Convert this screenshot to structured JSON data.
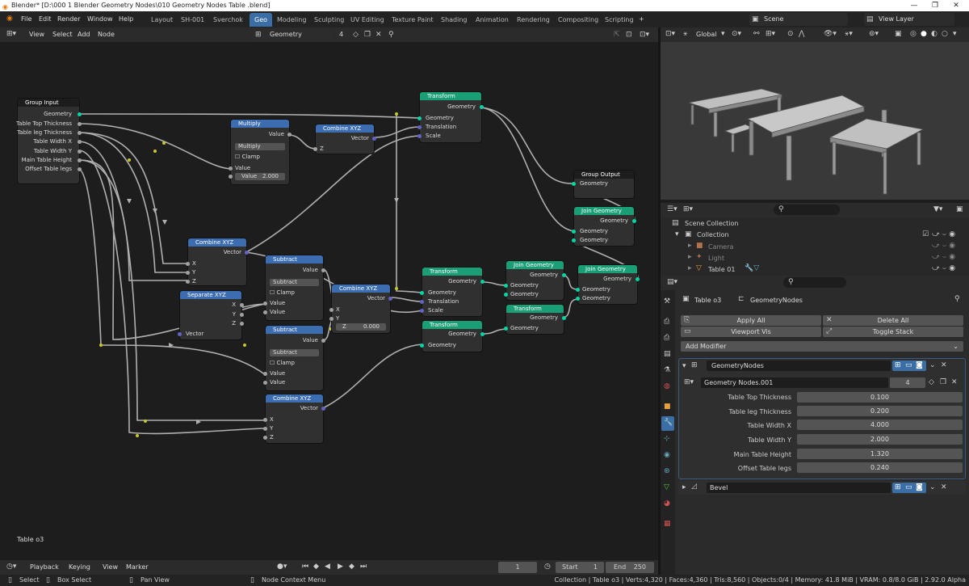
{
  "window": {
    "title": "Blender* [D:\\000 1 Blender Geometry  Nodes\\010 Geometry Nodes Table .blend]"
  },
  "menu": [
    "File",
    "Edit",
    "Render",
    "Window",
    "Help"
  ],
  "tabs": [
    "Layout",
    "SH-001",
    "Sverchok",
    "Geo",
    "Modeling",
    "Sculpting",
    "UV Editing",
    "Texture Paint",
    "Shading",
    "Animation",
    "Rendering",
    "Compositing",
    "Scripting"
  ],
  "active_tab": "Geo",
  "scene": "Scene",
  "view_layer": "View Layer",
  "node_editor": {
    "menu": [
      "View",
      "Select",
      "Add",
      "Node"
    ],
    "tree_name": "Geometry Nodes.001",
    "users": "4",
    "object_label": "Table o3"
  },
  "viewport": {
    "orientation": "Global"
  },
  "nodes": {
    "group_input": {
      "title": "Group Input",
      "outputs": [
        "Geometry",
        "Table Top Thickness",
        "Table leg Thickness",
        "Table Width  X",
        "Table Width  Y",
        "Main Table Height",
        "Offset Table legs"
      ]
    },
    "multiply": {
      "title": "Multiply",
      "value_out": "Value",
      "op": "Multiply",
      "clamp": "Clamp",
      "in_value": "Value",
      "value_label": "Value",
      "value": "2.000"
    },
    "combine_top": {
      "title": "Combine XYZ",
      "out": "Vector",
      "in": "Z"
    },
    "transform_top": {
      "title": "Transform",
      "out": "Geometry",
      "ins": [
        "Geometry",
        "Translation",
        "Scale"
      ]
    },
    "group_output": {
      "title": "Group Output",
      "in": "Geometry"
    },
    "join1": {
      "title": "Join Geometry",
      "out": "Geometry",
      "ins": [
        "Geometry",
        "Geometry"
      ]
    },
    "combine_mid": {
      "title": "Combine XYZ",
      "out": "Vector",
      "ins": [
        "X",
        "Y",
        "Z"
      ]
    },
    "separate": {
      "title": "Separate XYZ",
      "outs": [
        "X",
        "Y",
        "Z"
      ],
      "in": "Vector"
    },
    "subtract1": {
      "title": "Subtract",
      "out": "Value",
      "op": "Subtract",
      "clamp": "Clamp",
      "ins": [
        "Value",
        "Value"
      ]
    },
    "subtract2": {
      "title": "Subtract",
      "out": "Value",
      "op": "Subtract",
      "clamp": "Clamp",
      "ins": [
        "Value",
        "Value"
      ]
    },
    "combine_sub": {
      "title": "Combine XYZ",
      "out": "Vector",
      "ins": [
        "X",
        "Y"
      ],
      "z_label": "Z",
      "z_value": "0.000"
    },
    "combine_low": {
      "title": "Combine XYZ",
      "out": "Vector",
      "ins": [
        "X",
        "Y",
        "Z"
      ]
    },
    "transform_mid": {
      "title": "Transform",
      "out": "Geometry",
      "ins": [
        "Geometry",
        "Translation",
        "Scale"
      ]
    },
    "transform_low": {
      "title": "Transform",
      "out": "Geometry",
      "in": "Geometry"
    },
    "join2": {
      "title": "Join Geometry",
      "out": "Geometry",
      "ins": [
        "Geometry",
        "Geometry"
      ]
    },
    "transform_right": {
      "title": "Transform",
      "out": "Geometry",
      "in": "Geometry"
    },
    "join3": {
      "title": "Join Geometry",
      "out": "Geometry",
      "ins": [
        "Geometry",
        "Geometry"
      ]
    }
  },
  "outliner": {
    "root": "Scene Collection",
    "items": [
      "Collection",
      "Camera",
      "Light",
      "Table 01"
    ]
  },
  "properties": {
    "object": "Table o3",
    "modifier_ref": "GeometryNodes",
    "apply_all": "Apply All",
    "delete_all": "Delete All",
    "viewport_vis": "Viewport Vis",
    "toggle_stack": "Toggle Stack",
    "add_modifier": "Add Modifier",
    "modifier_name": "GeometryNodes",
    "node_group": "Geometry Nodes.001",
    "node_group_users": "4",
    "inputs": [
      {
        "label": "Table Top Thickness",
        "value": "0.100"
      },
      {
        "label": "Table leg Thickness",
        "value": "0.200"
      },
      {
        "label": "Table Width  X",
        "value": "4.000"
      },
      {
        "label": "Table Width  Y",
        "value": "2.000"
      },
      {
        "label": "Main Table Height",
        "value": "1.320"
      },
      {
        "label": "Offset Table legs",
        "value": "0.240"
      }
    ],
    "bevel": "Bevel"
  },
  "timeline": {
    "menu": [
      "Playback",
      "Keying",
      "View",
      "Marker"
    ],
    "current": "1",
    "start_label": "Start",
    "start": "1",
    "end_label": "End",
    "end": "250"
  },
  "status": {
    "select": "Select",
    "box_select": "Box Select",
    "pan": "Pan View",
    "context": "Node Context Menu",
    "info": "Collection | Table o3 | Verts:4,320 | Faces:4,360 | Tris:8,560 | Objects:0/4 | Memory: 41.8 MiB | VRAM: 0.8/8.0 GiB | 2.92.0 Alpha"
  }
}
